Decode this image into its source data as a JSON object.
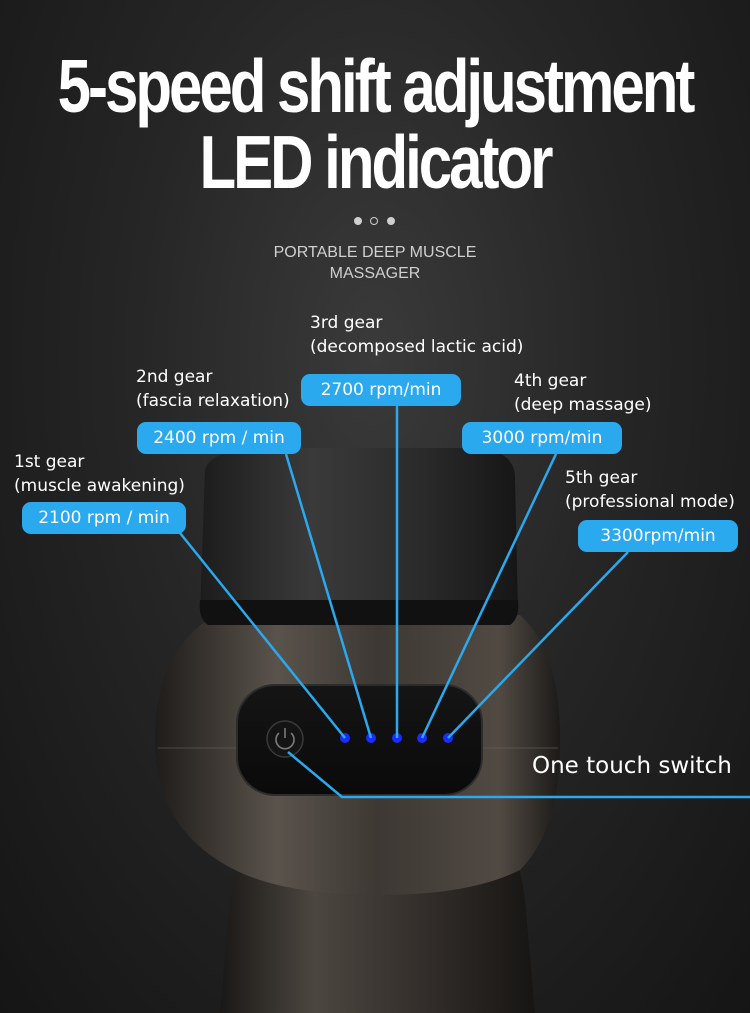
{
  "heading": {
    "line1": "5-speed shift adjustment",
    "line2": "LED indicator"
  },
  "subtitle": {
    "line1": "PORTABLE DEEP MUSCLE",
    "line2": "MASSAGER"
  },
  "colors": {
    "accent": "#2aa9ee",
    "led": "#1a2cff",
    "device": "#3b3631"
  },
  "gears": [
    {
      "name": "1st gear",
      "mode": "(muscle awakening)",
      "speed": "2100 rpm / min"
    },
    {
      "name": "2nd gear",
      "mode": "(fascia relaxation)",
      "speed": "2400 rpm / min"
    },
    {
      "name": "3rd gear",
      "mode": "(decomposed lactic acid)",
      "speed": "2700 rpm/min"
    },
    {
      "name": "4th gear",
      "mode": "(deep massage)",
      "speed": "3000 rpm/min"
    },
    {
      "name": "5th gear",
      "mode": "(professional mode)",
      "speed": "3300rpm/min"
    }
  ],
  "switch": {
    "label": "One touch switch",
    "icon": "power-icon"
  }
}
